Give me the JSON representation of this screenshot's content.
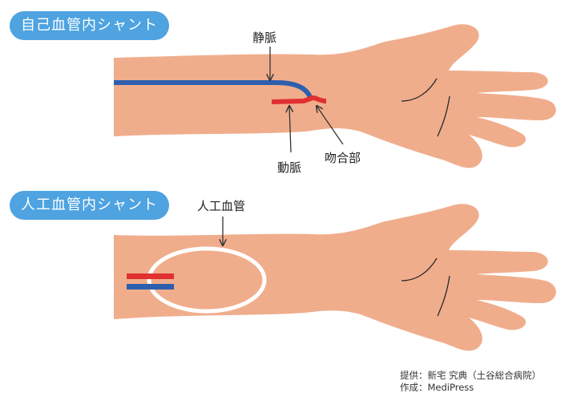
{
  "panels": [
    {
      "title": "自己血管内シャント",
      "labels": {
        "vein": "静脈",
        "artery": "動脈",
        "anastomosis": "吻合部"
      }
    },
    {
      "title": "人工血管内シャント",
      "labels": {
        "graft": "人工血管"
      }
    }
  ],
  "credit": {
    "line1": "提供：新宅 究典（土谷総合病院）",
    "line2": "作成：MediPress"
  },
  "colors": {
    "skin": "#f0ad8c",
    "vein": "#2e5fae",
    "artery": "#e03030",
    "pill": "#4ea3e0",
    "graft": "#ffffff",
    "text": "#222222"
  }
}
